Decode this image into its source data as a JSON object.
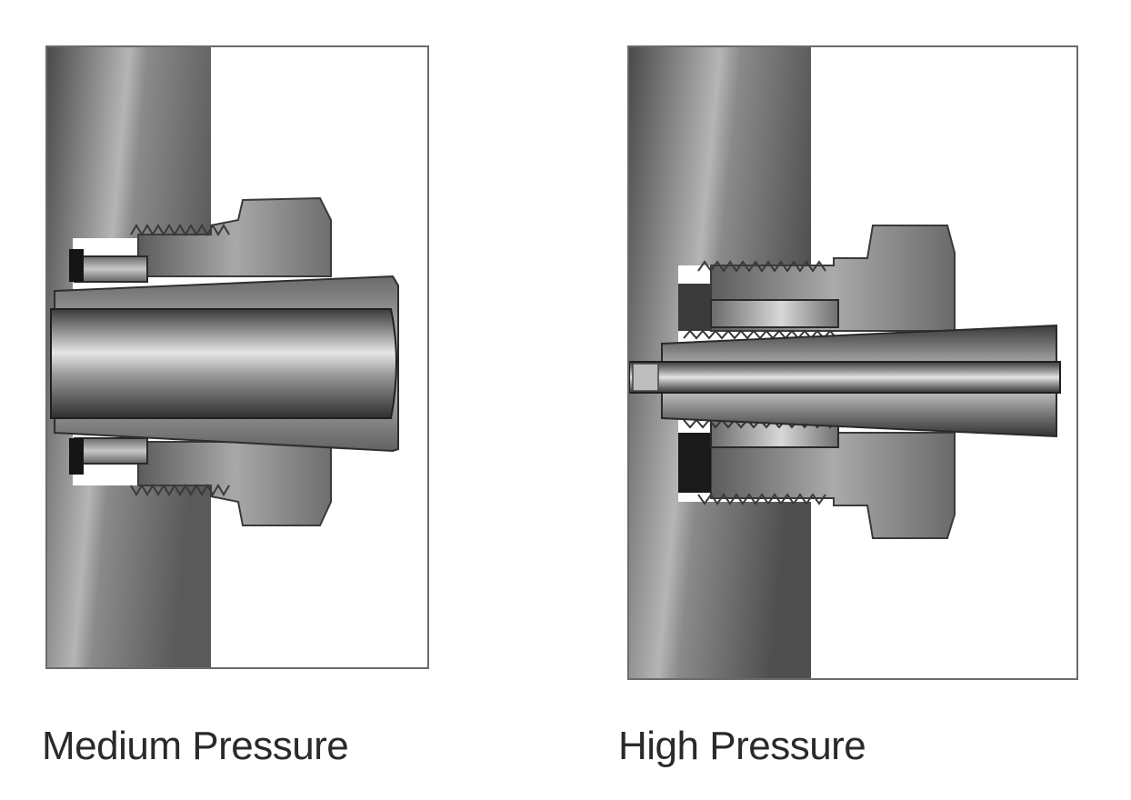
{
  "panels": [
    {
      "caption": "Medium Pressure",
      "icon": "medium-pressure-fitting-cross-section"
    },
    {
      "caption": "High Pressure",
      "icon": "high-pressure-fitting-cross-section"
    }
  ],
  "colors": {
    "background": "#ffffff",
    "frame": "#6b6b6b",
    "steel_dark": "#2e2e2e",
    "steel_mid": "#7a7a7a",
    "steel_light": "#c9c9c9"
  }
}
